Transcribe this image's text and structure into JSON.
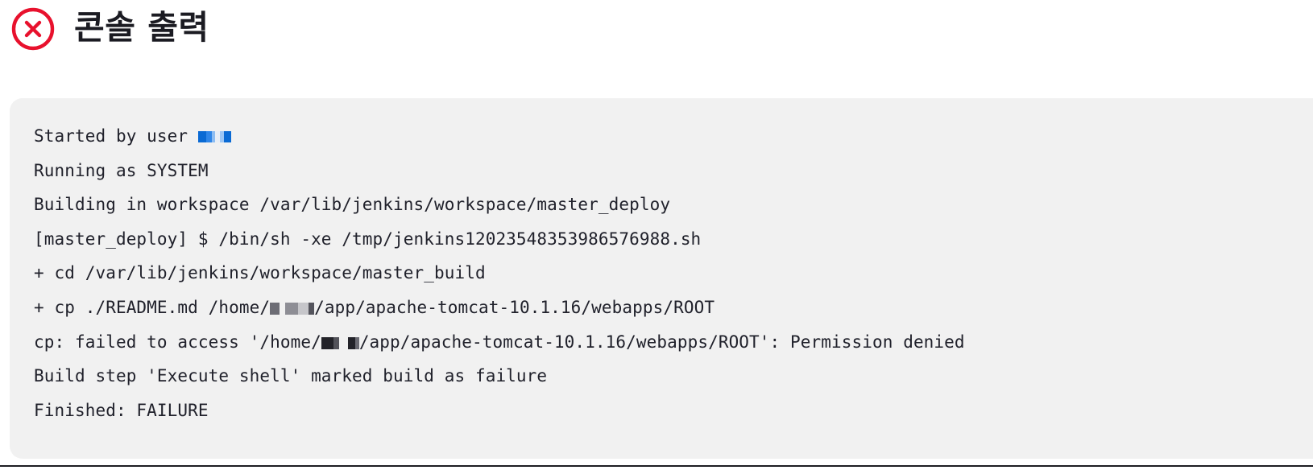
{
  "header": {
    "title": "콘솔 출력",
    "status_icon": "error-circle-x-icon",
    "icon_color": "#e8112d"
  },
  "console": {
    "background_color": "#f1f1f1",
    "text_color": "#20212b",
    "link_color": "#0a6ad4",
    "lines": [
      {
        "id": "line-started-by-user",
        "before": "Started by user ",
        "redaction": "blue",
        "after": ""
      },
      {
        "id": "line-running-as",
        "before": "Running as SYSTEM",
        "redaction": null,
        "after": ""
      },
      {
        "id": "line-building-in-workspace",
        "before": "Building in workspace /var/lib/jenkins/workspace/master_deploy",
        "redaction": null,
        "after": ""
      },
      {
        "id": "line-shell-invocation",
        "before": "[master_deploy] $ /bin/sh -xe /tmp/jenkins12023548353986576988.sh",
        "redaction": null,
        "after": ""
      },
      {
        "id": "line-cd",
        "before": "+ cd /var/lib/jenkins/workspace/master_build",
        "redaction": null,
        "after": ""
      },
      {
        "id": "line-cp",
        "before": "+ cp ./README.md /home/",
        "redaction": "gray",
        "after": "/app/apache-tomcat-10.1.16/webapps/ROOT"
      },
      {
        "id": "line-cp-error",
        "before": "cp: failed to access '/home/",
        "redaction": "dark",
        "after": "/app/apache-tomcat-10.1.16/webapps/ROOT': Permission denied"
      },
      {
        "id": "line-build-step-marked",
        "before": "Build step 'Execute shell' marked build as failure",
        "redaction": null,
        "after": ""
      },
      {
        "id": "line-finished",
        "before": "Finished: FAILURE",
        "redaction": null,
        "after": ""
      }
    ]
  }
}
